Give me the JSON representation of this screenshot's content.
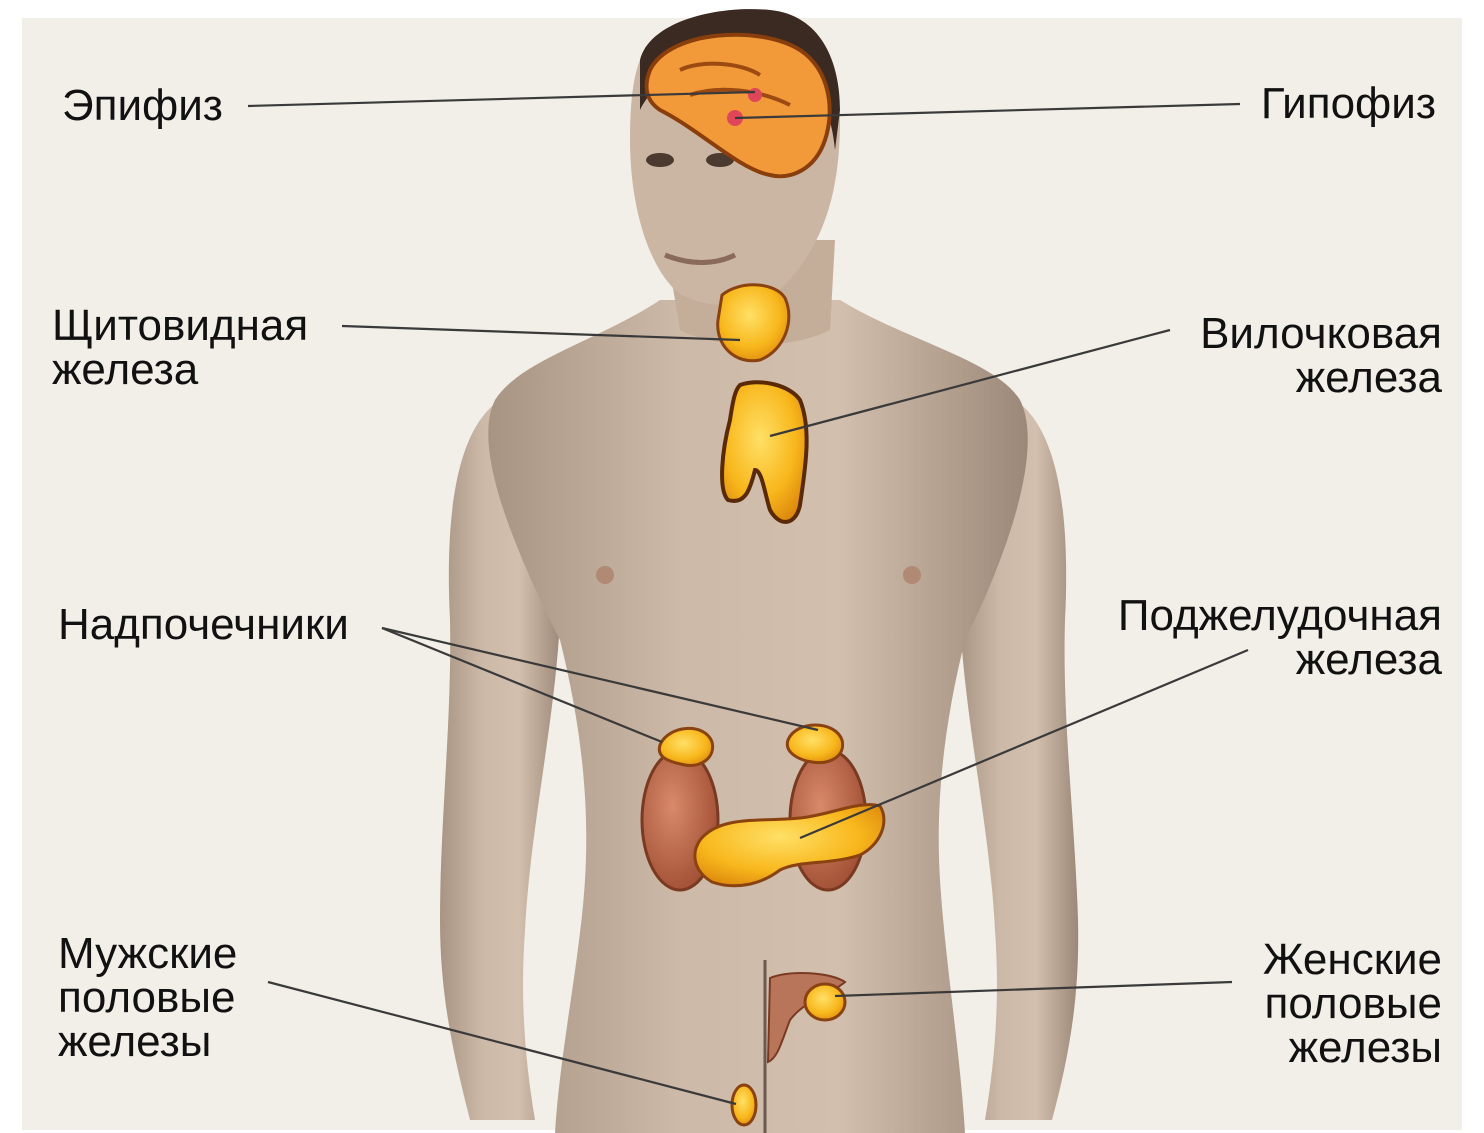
{
  "labels": {
    "epiphysis": "Эпифиз",
    "pituitary": "Гипофиз",
    "thyroid": [
      "Щитовидная",
      "железа"
    ],
    "thymus": [
      "Вилочковая",
      "железа"
    ],
    "adrenals": "Надпочечники",
    "pancreas": [
      "Поджелудочная",
      "железа"
    ],
    "male_gonads": [
      "Мужские",
      "половые",
      "железы"
    ],
    "female_gonads": [
      "Женские",
      "половые",
      "железы"
    ]
  },
  "colors": {
    "background": "#f2efe9",
    "skin": "#c9b5a3",
    "gland": "#f6b01f",
    "gland_outline": "#7a3a0c",
    "kidney": "#b65a3c",
    "brain": "#f29a3a",
    "leader_line": "#3a3a3a"
  }
}
